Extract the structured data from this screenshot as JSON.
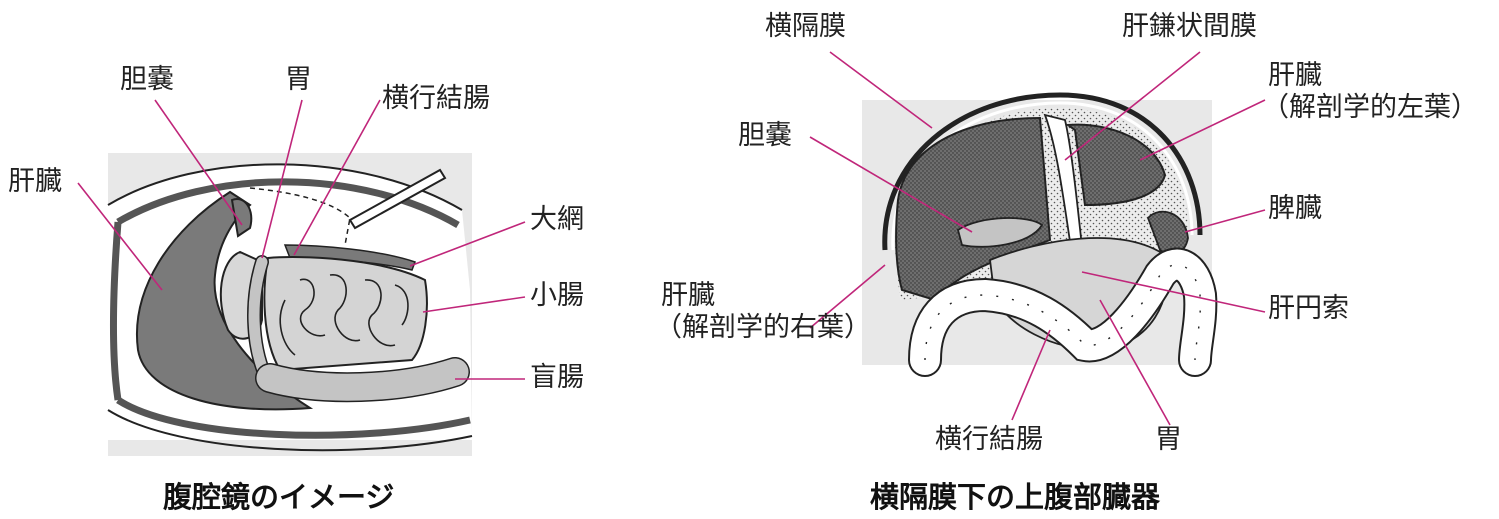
{
  "left_panel": {
    "caption": "腹腔鏡のイメージ",
    "labels": {
      "liver": "肝臓",
      "gallbladder": "胆嚢",
      "stomach": "胃",
      "transverse_colon": "横行結腸",
      "greater_omentum": "大網",
      "small_intestine": "小腸",
      "cecum": "盲腸"
    }
  },
  "right_panel": {
    "caption": "横隔膜下の上腹部臓器",
    "labels": {
      "diaphragm": "横隔膜",
      "falciform_ligament": "肝鎌状間膜",
      "liver_left_line1": "肝臓",
      "liver_left_line2": "（解剖学的左葉）",
      "gallbladder": "胆嚢",
      "spleen": "脾臓",
      "liver_right_line1": "肝臓",
      "liver_right_line2": "（解剖学的右葉）",
      "round_ligament": "肝円索",
      "transverse_colon": "横行結腸",
      "stomach": "胃"
    }
  },
  "colors": {
    "leader_line": "#c0267a",
    "panel_bg": "#e8e8e8",
    "organ_dark": "#7a7a7a",
    "organ_light": "#c4c4c4"
  }
}
